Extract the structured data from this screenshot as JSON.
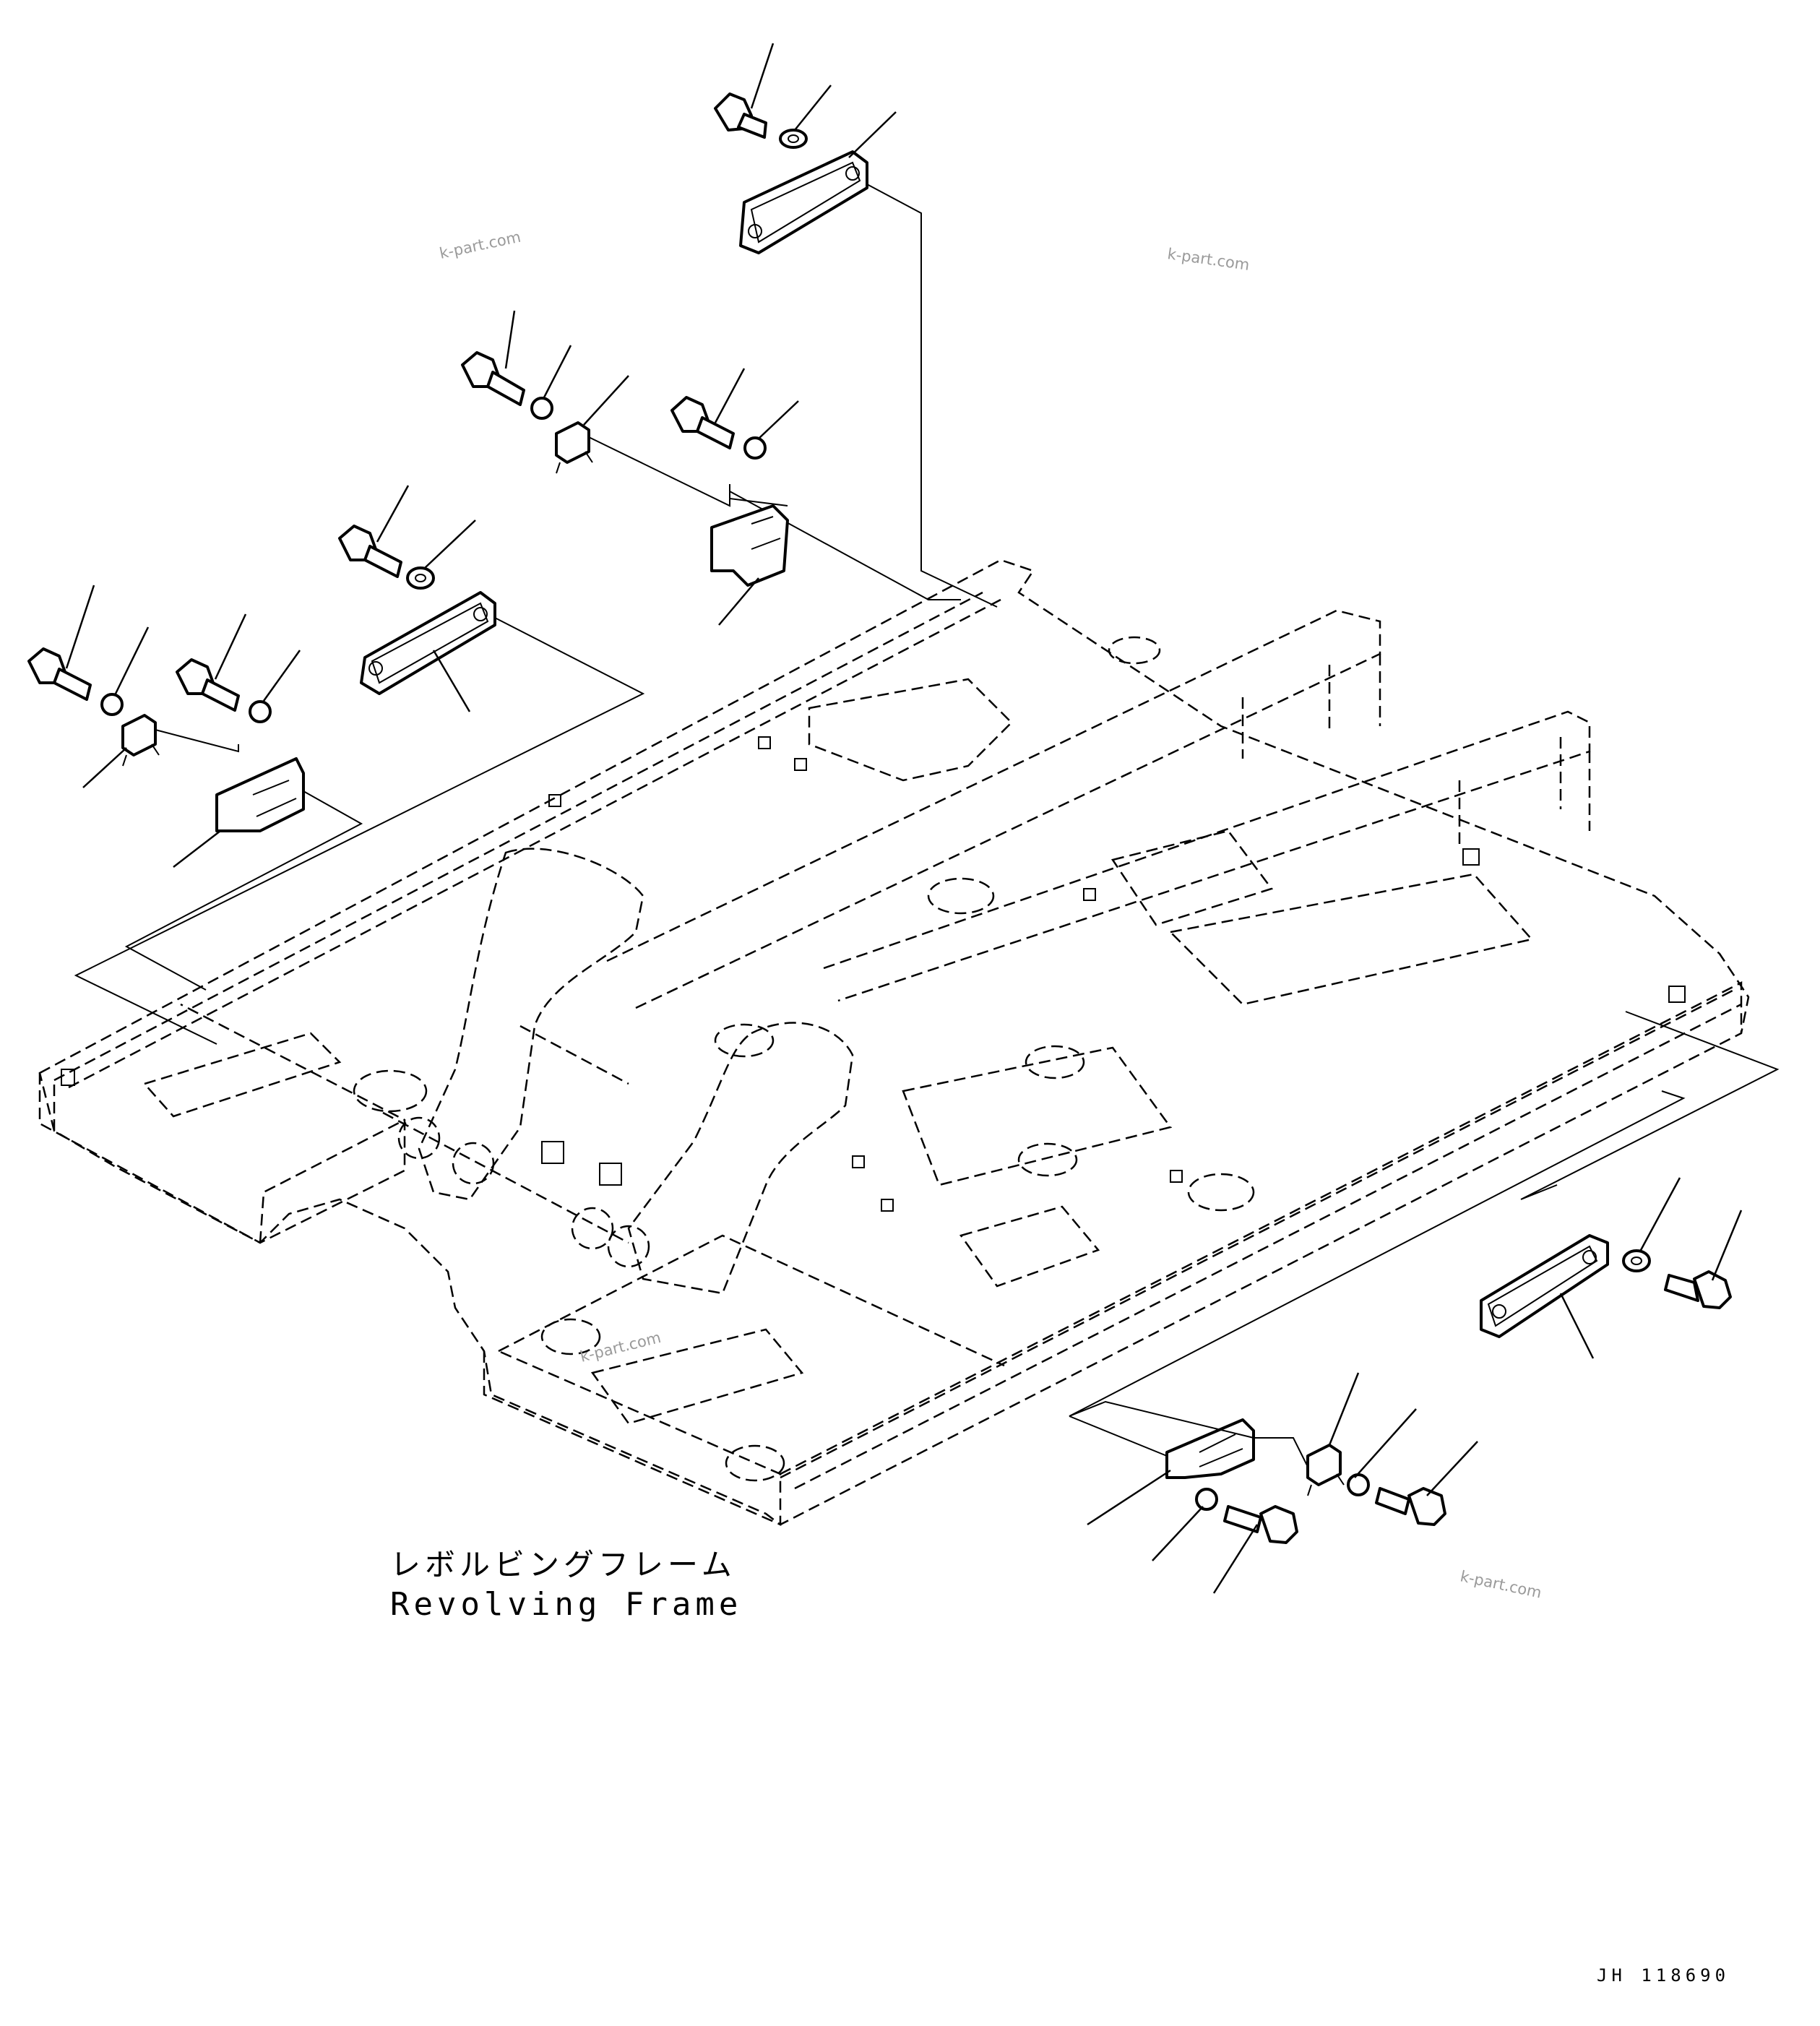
{
  "watermarks": [
    "k-part.com",
    "k-part.com",
    "k-part.com",
    "k-part.com"
  ],
  "frame_label": {
    "japanese": "レボルビングフレーム",
    "english": "Revolving Frame"
  },
  "drawing_code": "JH 118690"
}
